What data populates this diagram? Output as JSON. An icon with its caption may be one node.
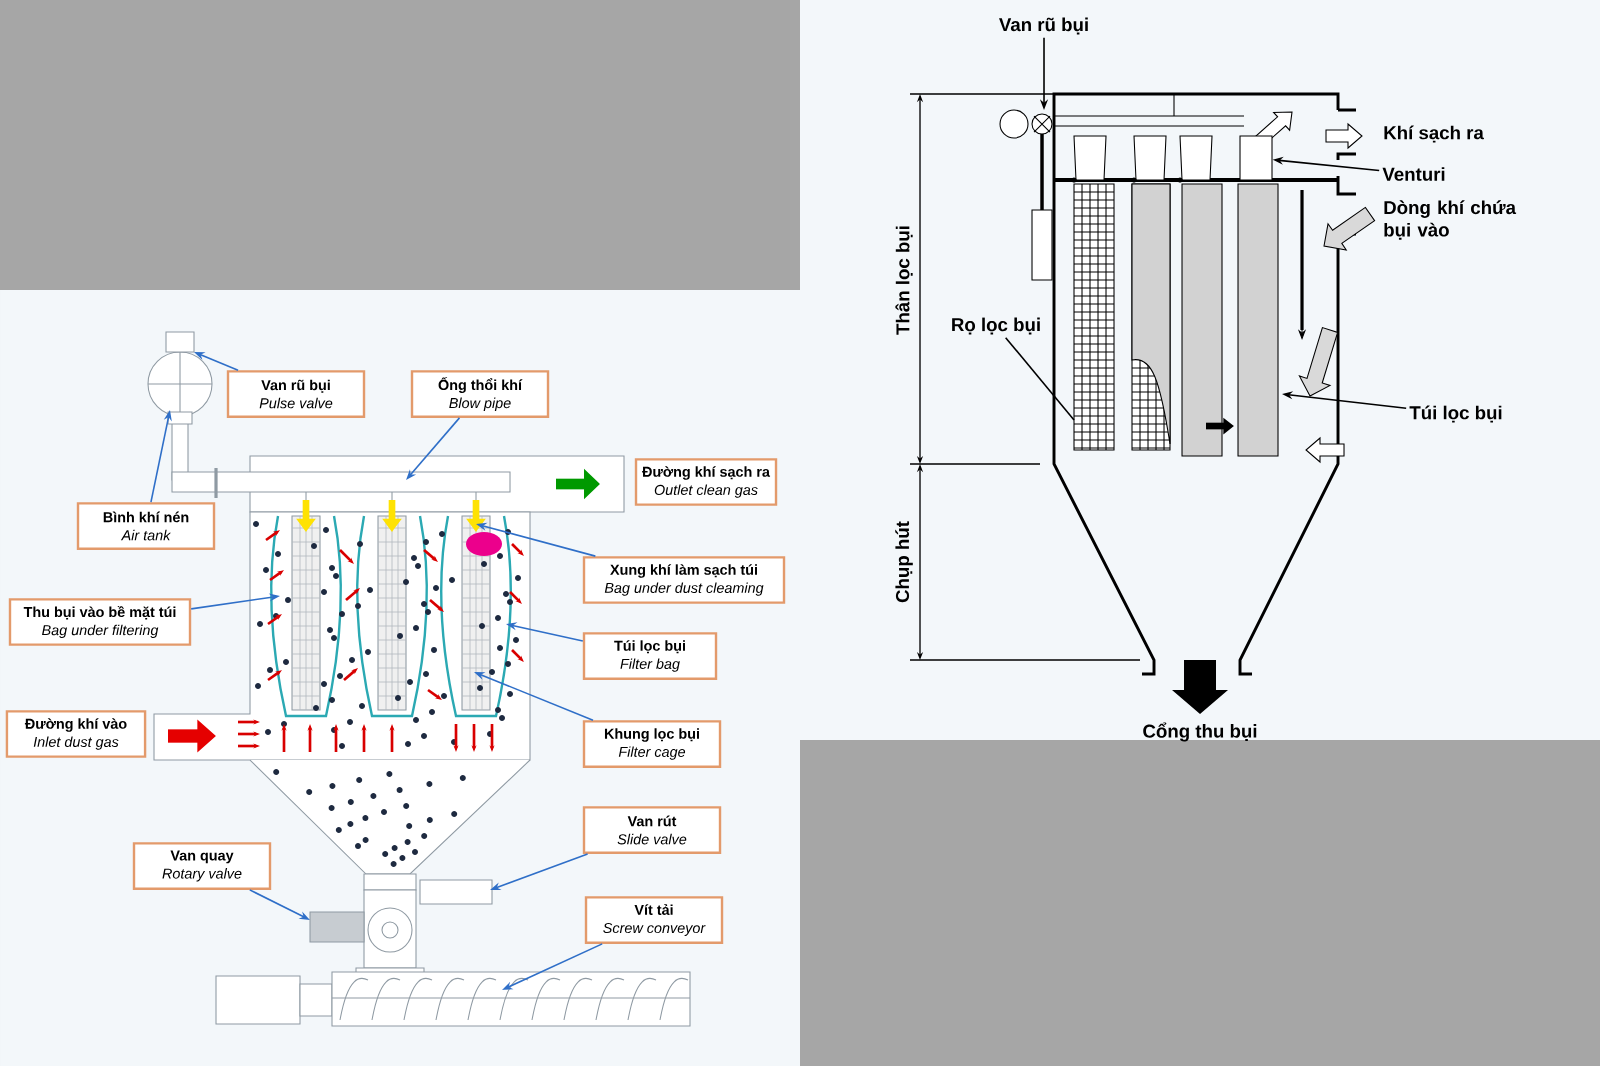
{
  "diagram": {
    "nodes": [
      {
        "text": [
          "Van rũ bụi",
          "Pulse valve"
        ]
      },
      {
        "text": [
          "Ống thổi khí",
          "Blow pipe"
        ]
      },
      {
        "text": [
          "Bình khí nén",
          "Air tank"
        ]
      },
      {
        "text": [
          "Đường khí sạch ra",
          "Outlet clean gas"
        ]
      },
      {
        "text": [
          "Xung khí làm sạch túi",
          "Bag under dust cleaming"
        ]
      },
      {
        "text": [
          "Thu bụi vào bề mặt túi",
          "Bag under filtering"
        ]
      },
      {
        "text": [
          "Túi lọc bụi",
          "Filter bag"
        ]
      },
      {
        "text": [
          "Đường khí vào",
          "Inlet dust gas"
        ]
      },
      {
        "text": [
          "Khung lọc bụi",
          "Filter cage"
        ]
      },
      {
        "text": [
          "Van rút",
          "Slide valve"
        ]
      },
      {
        "text": [
          "Van quay",
          "Rotary valve"
        ]
      },
      {
        "text": [
          "Vít tải",
          "Screw conveyor"
        ]
      },
      {
        "text": [
          "Van rũ bụi"
        ]
      },
      {
        "text": [
          "Venturi"
        ]
      },
      {
        "text": [
          "Rọ lọc bụi"
        ]
      },
      {
        "text": [
          "Túi lọc bụi"
        ]
      },
      {
        "text": [],
        "shape": "box"
      }
    ],
    "edges": [
      {
        "from": 0,
        "to": null,
        "arrow": "to"
      },
      {
        "from": 1,
        "to": null,
        "arrow": "to"
      },
      {
        "from": 2,
        "to": null,
        "arrow": "to"
      },
      {
        "from": 4,
        "to": null,
        "arrow": "to"
      },
      {
        "from": 5,
        "to": null,
        "arrow": "to"
      },
      {
        "from": 6,
        "to": null,
        "arrow": "to"
      },
      {
        "from": 8,
        "to": null,
        "arrow": "to"
      },
      {
        "from": 9,
        "to": null,
        "arrow": "to"
      },
      {
        "from": 10,
        "to": null,
        "arrow": "to"
      },
      {
        "from": 11,
        "to": null,
        "arrow": "to"
      },
      {
        "from": 12,
        "to": null,
        "arrow": "to",
        "color": "#000000"
      },
      {
        "from": 13,
        "to": 16,
        "arrow": "to",
        "color": "#000000"
      },
      {
        "from": 14,
        "to": null,
        "arrow": "none",
        "color": "#000000"
      },
      {
        "from": 15,
        "to": null,
        "arrow": "to",
        "color": "#000000"
      }
    ],
    "labels": [
      "Khí sạch ra",
      "Dòng khí chứa bụi vào",
      "Thân lọc bụi",
      "Chụp hút",
      "Cổng thu bụi"
    ]
  }
}
